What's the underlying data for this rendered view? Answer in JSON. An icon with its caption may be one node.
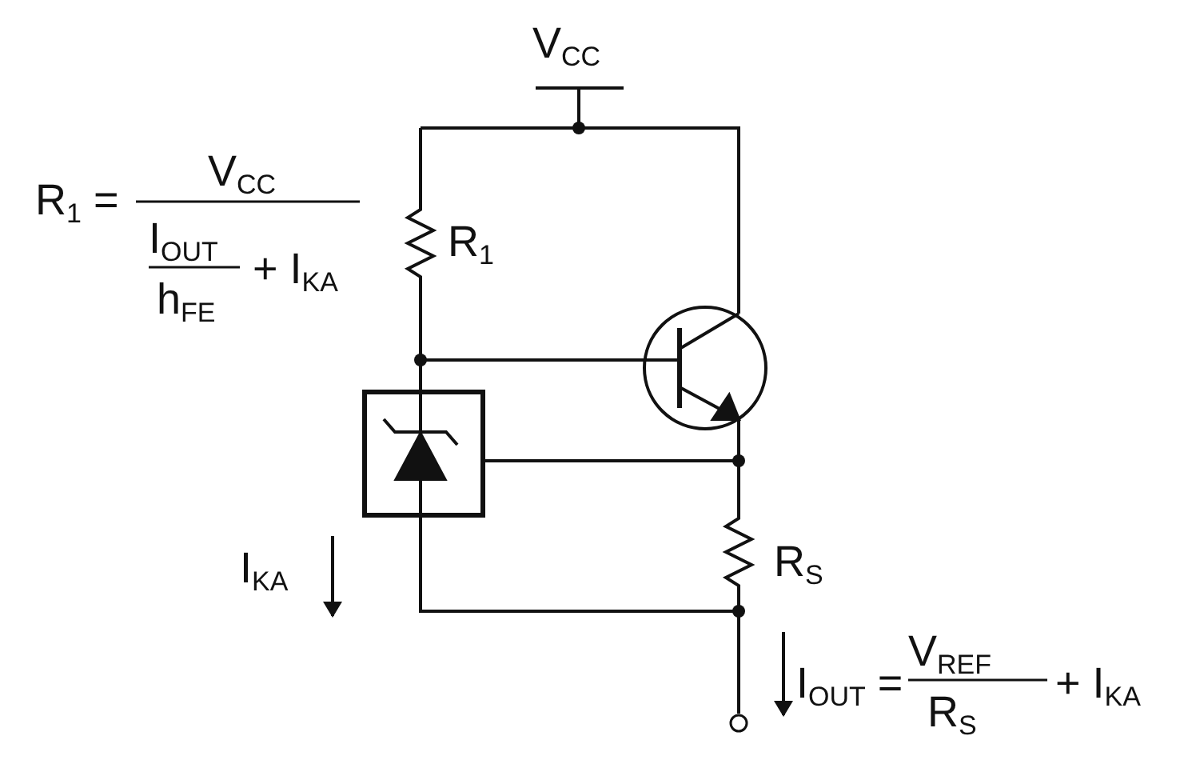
{
  "diagram": {
    "labels": [
      "V$_{CC}$",
      "R$_{1}$ =",
      "V$_{CC}$",
      "I$_{OUT}$",
      "h$_{FE}$",
      "+ I$_{KA}$",
      "R$_{1}$",
      "I$_{KA}$",
      "R$_{S}$",
      "I$_{OUT}$ =",
      "V$_{REF}$",
      "R$_{S}$",
      "+ I$_{KA}$"
    ]
  }
}
